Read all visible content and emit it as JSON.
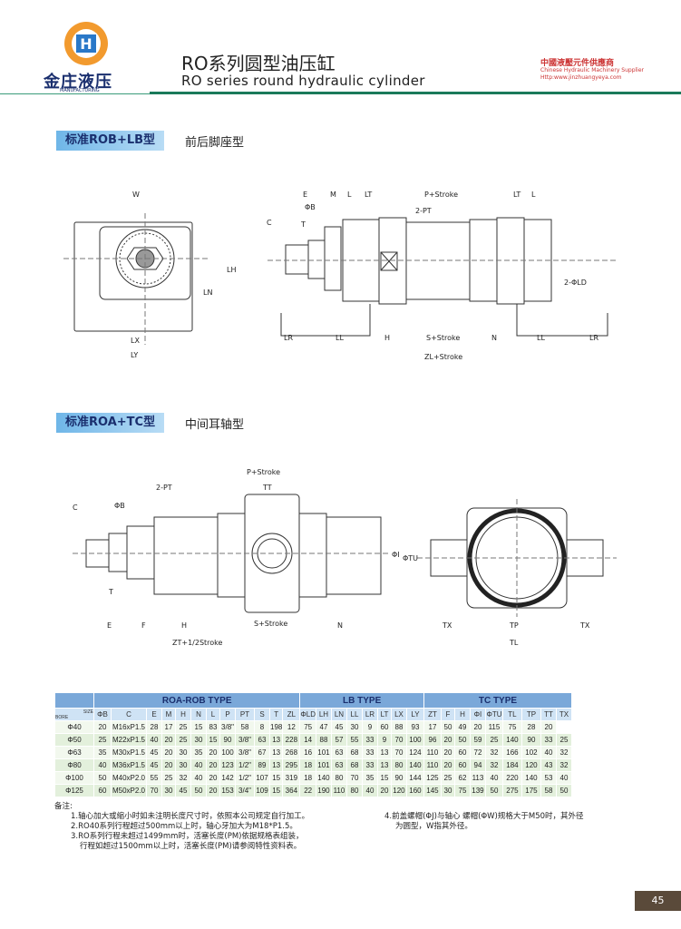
{
  "header": {
    "logo_text": "金庄液压",
    "logo_sub": "MANUFACTURING",
    "title_cn": "RO系列圆型油压缸",
    "title_en": "RO series round hydraulic cylinder",
    "supplier_cn": "中國液壓元件供應商",
    "supplier_en": "Chinese Hydraulic Machinery Supplier",
    "supplier_url": "Http:www.jinzhuangyeya.com"
  },
  "section1": {
    "tag": "标准ROB+LB型",
    "subtitle": "前后脚座型"
  },
  "section2": {
    "tag": "标准ROA+TC型",
    "subtitle": "中间耳轴型"
  },
  "drawing1": {
    "labels": [
      "W",
      "LH",
      "LN",
      "LX",
      "LY",
      "C",
      "T",
      "E",
      "ΦB",
      "M",
      "L",
      "LT",
      "P+Stroke",
      "LT",
      "L",
      "2-PT",
      "2-ΦLD",
      "LR",
      "LL",
      "H",
      "S+Stroke",
      "N",
      "LL",
      "LR",
      "ZL+Stroke"
    ]
  },
  "drawing2": {
    "labels": [
      "P+Stroke",
      "TT",
      "2-PT",
      "C",
      "ΦB",
      "T",
      "ΦI",
      "E",
      "F",
      "H",
      "S+Stroke",
      "N",
      "ZT+1/2Stroke",
      "ΦTU",
      "TX",
      "TP",
      "TX",
      "TL"
    ]
  },
  "table": {
    "band": [
      "ROA-ROB TYPE",
      "LB TYPE",
      "TC TYPE"
    ],
    "corner_top": "SIZE",
    "corner_bottom": "BORE",
    "columns": [
      "ΦB",
      "C",
      "E",
      "M",
      "H",
      "N",
      "L",
      "P",
      "PT",
      "S",
      "T",
      "ZL",
      "ΦLD",
      "LH",
      "LN",
      "LL",
      "LR",
      "LT",
      "LX",
      "LY",
      "ZT",
      "F",
      "H",
      "ΦI",
      "ΦTU",
      "TL",
      "TP",
      "TT",
      "TX"
    ],
    "rows": [
      [
        "Φ40",
        "20",
        "M16xP1.5",
        "28",
        "17",
        "25",
        "15",
        "83",
        "3/8\"",
        "58",
        "8",
        "198",
        "12",
        "75",
        "47",
        "45",
        "30",
        "9",
        "60",
        "88",
        "93",
        "17",
        "50",
        "49",
        "20",
        "115",
        "75",
        "28",
        "20"
      ],
      [
        "Φ50",
        "25",
        "M22xP1.5",
        "40",
        "20",
        "25",
        "30",
        "15",
        "90",
        "3/8\"",
        "63",
        "13",
        "228",
        "14",
        "88",
        "57",
        "55",
        "33",
        "9",
        "70",
        "100",
        "96",
        "20",
        "50",
        "59",
        "25",
        "140",
        "90",
        "33",
        "25"
      ],
      [
        "Φ63",
        "35",
        "M30xP1.5",
        "45",
        "20",
        "30",
        "35",
        "20",
        "100",
        "3/8\"",
        "67",
        "13",
        "268",
        "16",
        "101",
        "63",
        "68",
        "33",
        "13",
        "70",
        "124",
        "110",
        "20",
        "60",
        "72",
        "32",
        "166",
        "102",
        "40",
        "32"
      ],
      [
        "Φ80",
        "40",
        "M36xP1.5",
        "45",
        "20",
        "30",
        "40",
        "20",
        "123",
        "1/2\"",
        "89",
        "13",
        "295",
        "18",
        "101",
        "63",
        "68",
        "33",
        "13",
        "80",
        "140",
        "110",
        "20",
        "60",
        "94",
        "32",
        "184",
        "120",
        "43",
        "32"
      ],
      [
        "Φ100",
        "50",
        "M40xP2.0",
        "55",
        "25",
        "32",
        "40",
        "20",
        "142",
        "1/2\"",
        "107",
        "15",
        "319",
        "18",
        "140",
        "80",
        "70",
        "35",
        "15",
        "90",
        "144",
        "125",
        "25",
        "62",
        "113",
        "40",
        "220",
        "140",
        "53",
        "40"
      ],
      [
        "Φ125",
        "60",
        "M50xP2.0",
        "70",
        "30",
        "45",
        "50",
        "20",
        "153",
        "3/4\"",
        "109",
        "15",
        "364",
        "22",
        "190",
        "110",
        "80",
        "40",
        "20",
        "120",
        "160",
        "145",
        "30",
        "75",
        "139",
        "50",
        "275",
        "175",
        "58",
        "50"
      ]
    ]
  },
  "notes": {
    "title": "备注:",
    "lines": [
      "1.轴心加大或缩小时如未注明长度尺寸时，依照本公司规定自行加工。",
      "2.RO40系列行程超过500mm以上时，轴心牙加大为M18*P1.5。",
      "3.RO系列行程未超过1499mm时，活塞长度(PM)依据规格表组装，",
      "行程如超过1500mm以上时，活塞长度(PM)请参阅特性资料表。",
      "4.前盖螺帽(ΦJ)与轴心 螺帽(ΦW)规格大于M50时，其外径",
      "为圆型，W指其外径。"
    ]
  },
  "page_number": "45",
  "colors": {
    "brand": "#1a2f6e",
    "accent_green": "#1a7a5a",
    "band_blue": "#7aa8d9",
    "row_green": "#e3f0dc"
  }
}
